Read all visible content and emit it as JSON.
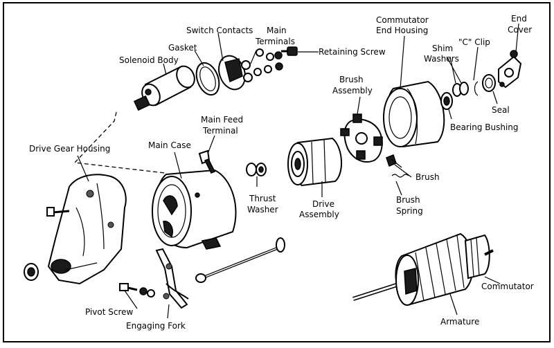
{
  "labels": {
    "switch_contacts": "Switch Contacts",
    "main_terminals_1": "Main",
    "main_terminals_2": "Terminals",
    "gasket": "Gasket",
    "solenoid_body": "Solenoid Body",
    "retaining_screw": "Retaining Screw",
    "commutator_end_housing_1": "Commutator",
    "commutator_end_housing_2": "End Housing",
    "end_cover_1": "End",
    "end_cover_2": "Cover",
    "shim_washers_1": "Shim",
    "shim_washers_2": "Washers",
    "c_clip": "\"C\" Clip",
    "brush_assembly_1": "Brush",
    "brush_assembly_2": "Assembly",
    "seal": "Seal",
    "bearing_bushing": "Bearing Bushing",
    "main_feed_terminal_1": "Main Feed",
    "main_feed_terminal_2": "Terminal",
    "drive_gear_housing": "Drive Gear Housing",
    "main_case": "Main Case",
    "thrust_washer_1": "Thrust",
    "thrust_washer_2": "Washer",
    "drive_assembly_1": "Drive",
    "drive_assembly_2": "Assembly",
    "brush": "Brush",
    "brush_spring_1": "Brush",
    "brush_spring_2": "Spring",
    "pivot_screw": "Pivot Screw",
    "engaging_fork": "Engaging Fork",
    "commutator": "Commutator",
    "armature": "Armature"
  }
}
